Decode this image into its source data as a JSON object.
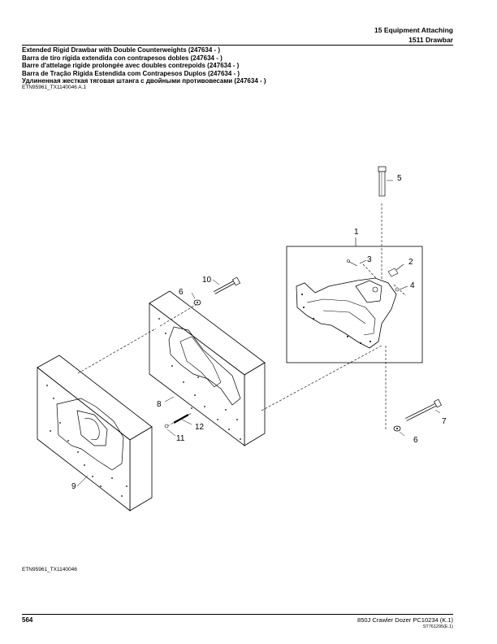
{
  "header": {
    "section": "15 Equipment Attaching",
    "group": "1511 Drawbar"
  },
  "titles": [
    "Extended Rigid Drawbar with Double Counterweights (247634 - )",
    "Barra de tiro rígida extendida con contrapesos dobles (247634 - )",
    "Barre d'attelage rigide prolongée avec doubles contrepoids (247634 - )",
    "Barra de Tração Rígida Estendida com Contrapesos Duplos (247634 - )",
    "Удлиненная жесткая тяговая штанга с двойными противовесами (247634 - )"
  ],
  "illustration": {
    "ref_top": "ETN95961_TX1140046 A.1",
    "ref_bottom": "ETN95961_TX1140046",
    "callouts": [
      "1",
      "2",
      "3",
      "4",
      "5",
      "6",
      "6",
      "7",
      "8",
      "9",
      "10",
      "11",
      "12"
    ]
  },
  "footer": {
    "page_number": "564",
    "right_text": "850J Crawler Dozer   PC10234   (K.1)",
    "code": "ST761295(E.1)"
  }
}
